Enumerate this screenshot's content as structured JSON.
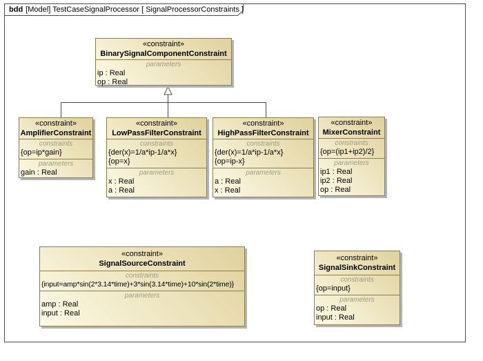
{
  "diagram": {
    "kind": "bdd",
    "title": "[Model] TestCaseSignalProcessor [ SignalProcessorConstraints ]"
  },
  "labels": {
    "stereotype": "«constraint»",
    "constraints": "constraints",
    "parameters": "parameters"
  },
  "colors": {
    "fill_light": "#fcfae6",
    "fill_dark": "#e0d19c",
    "block_border": "#8e7d4a",
    "block_shadow": "#b4b4b4",
    "compartment_label": "#9c9c83",
    "edge_line": "#4b4b4b",
    "frame_border": "#4c4c4c"
  },
  "blocks": {
    "binary": {
      "name": "BinarySignalComponentConstraint",
      "parameters": [
        "ip : Real",
        "op : Real"
      ]
    },
    "amplifier": {
      "name": "AmplifierConstraint",
      "constraints": [
        "{op=ip*gain}"
      ],
      "parameters": [
        "gain : Real"
      ]
    },
    "lowpass": {
      "name": "LowPassFilterConstraint",
      "constraints": [
        "{der(x)=1/a*ip-1/a*x}",
        "{op=x}"
      ],
      "parameters": [
        "x : Real",
        "a : Real"
      ]
    },
    "highpass": {
      "name": "HighPassFilterConstraint",
      "constraints": [
        "{der(x)=1/a*ip-1/a*x}",
        "{op=ip-x}"
      ],
      "parameters": [
        "a : Real",
        "x : Real"
      ]
    },
    "mixer": {
      "name": "MixerConstraint",
      "constraints": [
        "{op=(ip1+ip2)/2}"
      ],
      "parameters": [
        "ip1 : Real",
        "ip2 : Real",
        "op : Real"
      ]
    },
    "source": {
      "name": "SignalSourceConstraint",
      "constraints": [
        "{input=amp*sin(2*3.14*time)+3*sin(3.14*time)+10*sin(2*time)}"
      ],
      "parameters": [
        "amp : Real",
        "input : Real"
      ]
    },
    "sink": {
      "name": "SignalSinkConstraint",
      "constraints": [
        "{op=input}"
      ],
      "parameters": [
        "op : Real",
        "input : Real"
      ]
    }
  }
}
